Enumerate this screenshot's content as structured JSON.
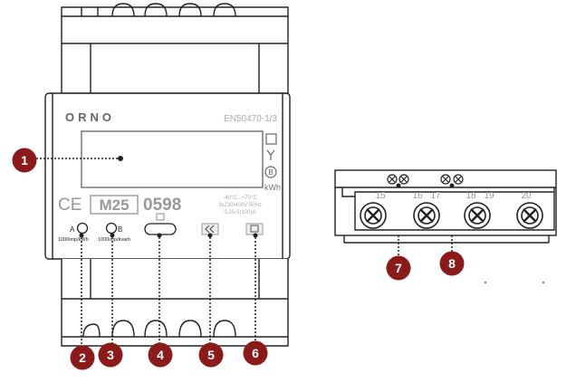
{
  "meter": {
    "brand": "ORNO",
    "standard": "EN50470-1/3",
    "ce_mark": "CE",
    "metrology_mark": "M25",
    "notified_body": "0598",
    "specs": [
      "-40°C...+70°C",
      "3x230/400V 50Hz",
      "0.25-5(100)A"
    ],
    "unit_label": "kWh",
    "indicator_b_letter": "B",
    "led_a": {
      "letter": "A",
      "text": "1000imp/kWh"
    },
    "led_b": {
      "letter": "B",
      "text": "1000imp/kvarh"
    }
  },
  "terminals": [
    "15",
    "16",
    "17",
    "18",
    "19",
    "20"
  ],
  "callouts": [
    "1",
    "2",
    "3",
    "4",
    "5",
    "6",
    "7",
    "8"
  ],
  "colors": {
    "callout": "#8b1a1a",
    "outline": "#222222"
  }
}
